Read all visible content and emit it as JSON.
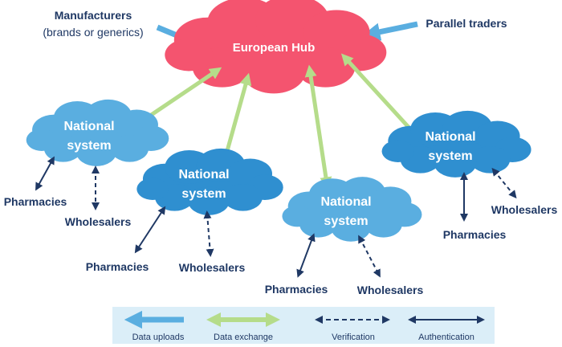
{
  "hub": {
    "label": "European Hub",
    "color": "#f4546f"
  },
  "sources": {
    "manufacturers": {
      "title": "Manufacturers",
      "subtitle": "(brands or generics)"
    },
    "parallel_traders": {
      "title": "Parallel traders"
    }
  },
  "national_systems": [
    {
      "line1": "National",
      "line2": "system",
      "color": "#5aaee0",
      "pharmacies": "Pharmacies",
      "wholesalers": "Wholesalers"
    },
    {
      "line1": "National",
      "line2": "system",
      "color": "#2f8fd0",
      "pharmacies": "Pharmacies",
      "wholesalers": "Wholesalers"
    },
    {
      "line1": "National",
      "line2": "system",
      "color": "#5aaee0",
      "pharmacies": "Pharmacies",
      "wholesalers": "Wholesalers"
    },
    {
      "line1": "National",
      "line2": "system",
      "color": "#2f8fd0",
      "pharmacies": "Pharmacies",
      "wholesalers": "Wholesalers"
    }
  ],
  "legend": {
    "items": [
      {
        "label": "Data uploads",
        "color": "#5aaee0"
      },
      {
        "label": "Data exchange",
        "color": "#b5dc8a"
      },
      {
        "label": "Verification",
        "color": "#1f3864"
      },
      {
        "label": "Authentication",
        "color": "#1f3864"
      }
    ],
    "background": "#dbeef8"
  },
  "colors": {
    "text": "#1f3864",
    "upload_arrow": "#5aaee0",
    "exchange_arrow": "#b5dc8a",
    "link_arrow": "#1f3864"
  }
}
